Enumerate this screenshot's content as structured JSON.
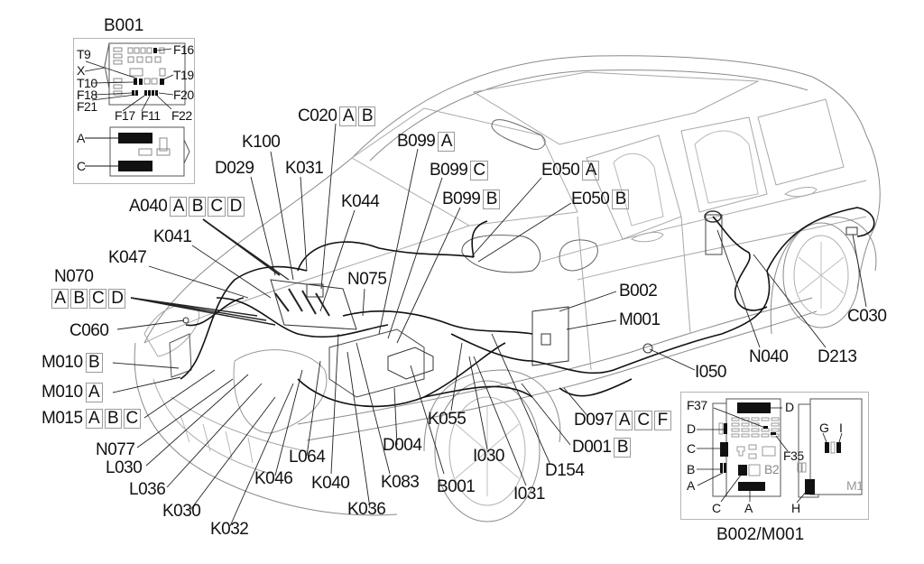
{
  "diagram": {
    "type": "vehicle wiring component location diagram",
    "callouts": [
      {
        "id": "C020",
        "connectors": [
          "A",
          "B"
        ]
      },
      {
        "id": "K100",
        "connectors": []
      },
      {
        "id": "D029",
        "connectors": []
      },
      {
        "id": "K031",
        "connectors": []
      },
      {
        "id": "B099",
        "connectors": [
          "A"
        ]
      },
      {
        "id": "B099",
        "connectors": [
          "C"
        ]
      },
      {
        "id": "B099",
        "connectors": [
          "B"
        ]
      },
      {
        "id": "E050",
        "connectors": [
          "A"
        ]
      },
      {
        "id": "E050",
        "connectors": [
          "B"
        ]
      },
      {
        "id": "K044",
        "connectors": []
      },
      {
        "id": "A040",
        "connectors": [
          "A",
          "B",
          "C",
          "D"
        ]
      },
      {
        "id": "K041",
        "connectors": []
      },
      {
        "id": "K047",
        "connectors": []
      },
      {
        "id": "N070",
        "connectors": [
          "A",
          "B",
          "C",
          "D"
        ]
      },
      {
        "id": "N075",
        "connectors": []
      },
      {
        "id": "C060",
        "connectors": []
      },
      {
        "id": "M010",
        "connectors": [
          "B"
        ]
      },
      {
        "id": "M010",
        "connectors": [
          "A"
        ]
      },
      {
        "id": "M015",
        "connectors": [
          "A",
          "B",
          "C"
        ]
      },
      {
        "id": "N077",
        "connectors": []
      },
      {
        "id": "L030",
        "connectors": []
      },
      {
        "id": "L036",
        "connectors": []
      },
      {
        "id": "K030",
        "connectors": []
      },
      {
        "id": "K032",
        "connectors": []
      },
      {
        "id": "K046",
        "connectors": []
      },
      {
        "id": "L064",
        "connectors": []
      },
      {
        "id": "K040",
        "connectors": []
      },
      {
        "id": "K036",
        "connectors": []
      },
      {
        "id": "K083",
        "connectors": []
      },
      {
        "id": "D004",
        "connectors": []
      },
      {
        "id": "B001",
        "connectors": []
      },
      {
        "id": "K055",
        "connectors": []
      },
      {
        "id": "I030",
        "connectors": []
      },
      {
        "id": "I031",
        "connectors": []
      },
      {
        "id": "D154",
        "connectors": []
      },
      {
        "id": "D001",
        "connectors": [
          "B"
        ]
      },
      {
        "id": "D097",
        "connectors": [
          "A",
          "C",
          "F"
        ]
      },
      {
        "id": "B002",
        "connectors": []
      },
      {
        "id": "M001",
        "connectors": []
      },
      {
        "id": "I050",
        "connectors": []
      },
      {
        "id": "N040",
        "connectors": []
      },
      {
        "id": "D213",
        "connectors": []
      },
      {
        "id": "C030",
        "connectors": []
      }
    ]
  },
  "inset_b001": {
    "title": "B001",
    "labels": {
      "T9": "T9",
      "X": "X",
      "T10": "T10",
      "F18": "F18",
      "F21": "F21",
      "F17": "F17",
      "F11": "F11",
      "F22": "F22",
      "F20": "F20",
      "T19": "T19",
      "F16": "F16",
      "A": "A",
      "C": "C"
    }
  },
  "inset_b002": {
    "title": "B002/M001",
    "labels": {
      "F37": "F37",
      "D_top": "D",
      "D_left": "D",
      "C_left": "C",
      "B_left": "B",
      "A_left": "A",
      "C_bottom": "C",
      "A_bottom": "A",
      "F35": "F35",
      "B2": "B2",
      "H": "H",
      "G": "G",
      "I": "I",
      "M1": "M1"
    }
  }
}
